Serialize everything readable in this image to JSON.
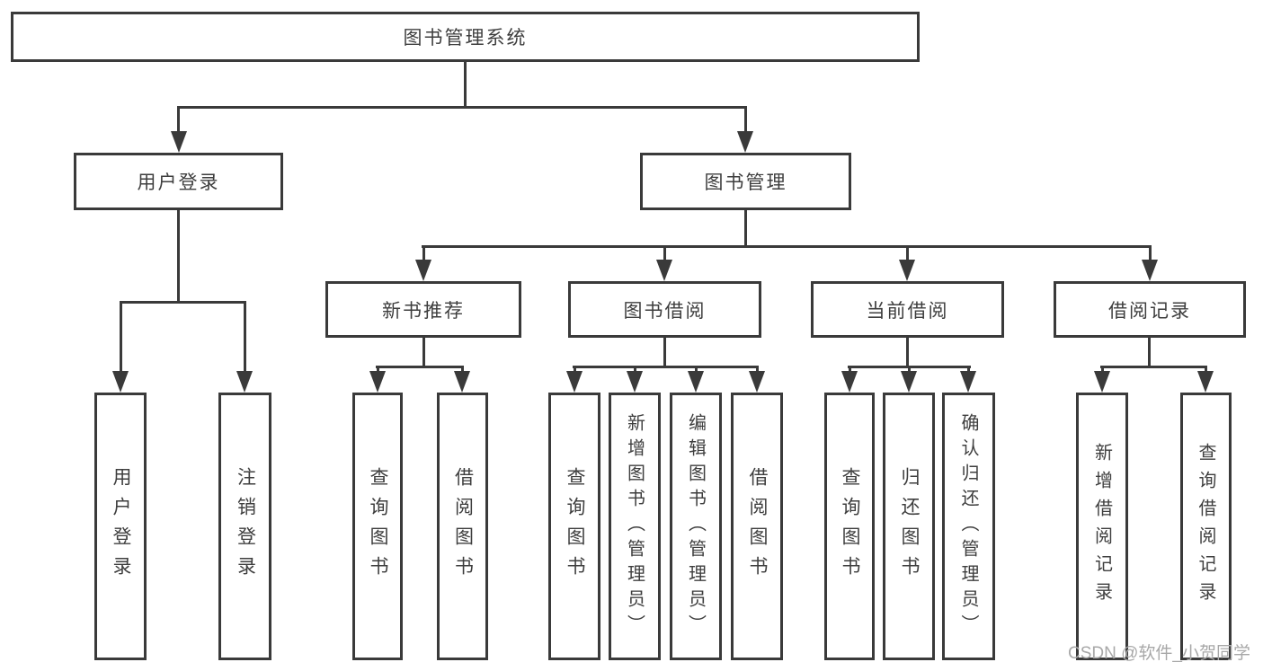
{
  "title": "图书管理系统",
  "watermark": "CSDN @软件_小贺同学",
  "colors": {
    "line": "#3a3a3a",
    "text": "#3e3e3e",
    "background": "#ffffff",
    "watermark": "#a8a8a8"
  },
  "tree": {
    "label": "图书管理系统",
    "children": [
      {
        "label": "用户登录",
        "children": [
          {
            "label": "用户登录"
          },
          {
            "label": "注销登录"
          }
        ]
      },
      {
        "label": "图书管理",
        "children": [
          {
            "label": "新书推荐",
            "children": [
              {
                "label": "查询图书"
              },
              {
                "label": "借阅图书"
              }
            ]
          },
          {
            "label": "图书借阅",
            "children": [
              {
                "label": "查询图书"
              },
              {
                "label": "新增图书（管理员）"
              },
              {
                "label": "编辑图书（管理员）"
              },
              {
                "label": "借阅图书"
              }
            ]
          },
          {
            "label": "当前借阅",
            "children": [
              {
                "label": "查询图书"
              },
              {
                "label": "归还图书"
              },
              {
                "label": "确认归还（管理员）"
              }
            ]
          },
          {
            "label": "借阅记录",
            "children": [
              {
                "label": "新增借阅记录"
              },
              {
                "label": "查询借阅记录"
              }
            ]
          }
        ]
      }
    ]
  }
}
